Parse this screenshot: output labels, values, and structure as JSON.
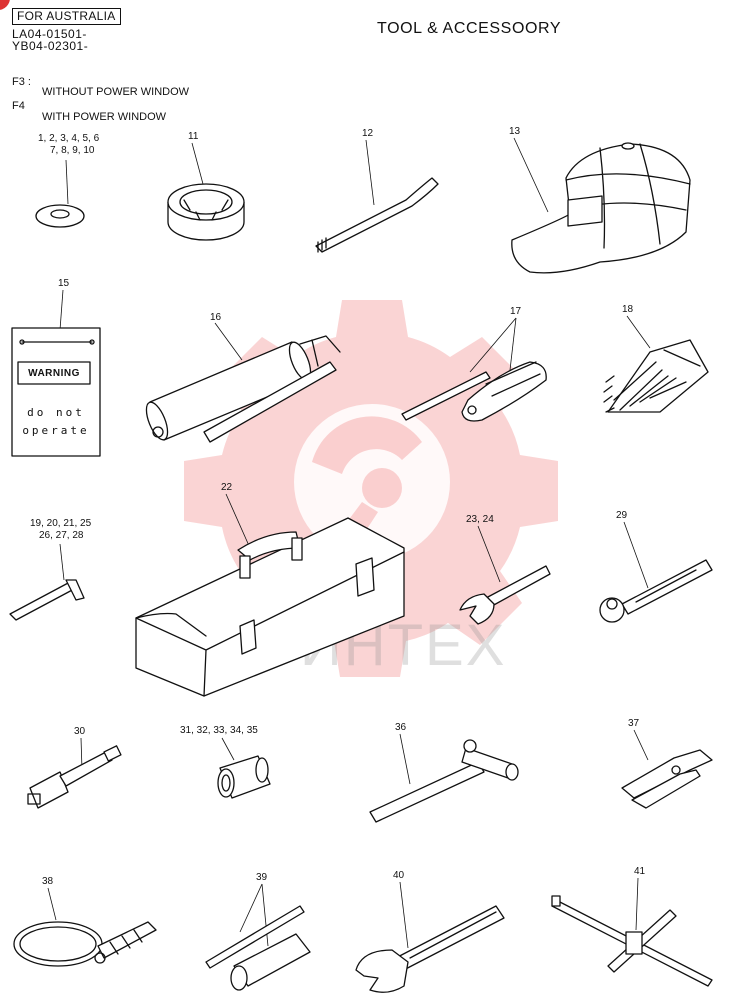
{
  "header": {
    "region_box": "FOR AUSTRALIA",
    "code1": "LA04-01501-",
    "code2": "YB04-02301-",
    "title": "TOOL & ACCESSOORY"
  },
  "legend": {
    "f3_code": "F3 :",
    "f3_text": "WITHOUT POWER WINDOW",
    "f4_code": "F4",
    "f4_text": "WITH POWER WINDOW"
  },
  "parts": {
    "washer_line1": "1, 2, 3, 4, 5, 6",
    "washer_line2": "7, 8, 9, 10",
    "p11": "11",
    "p12": "12",
    "p13": "13",
    "p15": "15",
    "p16": "16",
    "p17": "17",
    "p18": "18",
    "hexkey_line1": "19, 20, 21, 25",
    "hexkey_line2": "26, 27, 28",
    "p22": "22",
    "p23": "23, 24",
    "p29": "29",
    "p30": "30",
    "p31": "31, 32, 33, 34, 35",
    "p36": "36",
    "p37": "37",
    "p38": "38",
    "p39": "39",
    "p40": "40",
    "p41": "41"
  },
  "warning_tag": {
    "banner": "WARNING",
    "line1": "do not",
    "line2": "operate"
  },
  "watermark": {
    "text": "ИНТЕХ",
    "color": "#e83a3a"
  }
}
